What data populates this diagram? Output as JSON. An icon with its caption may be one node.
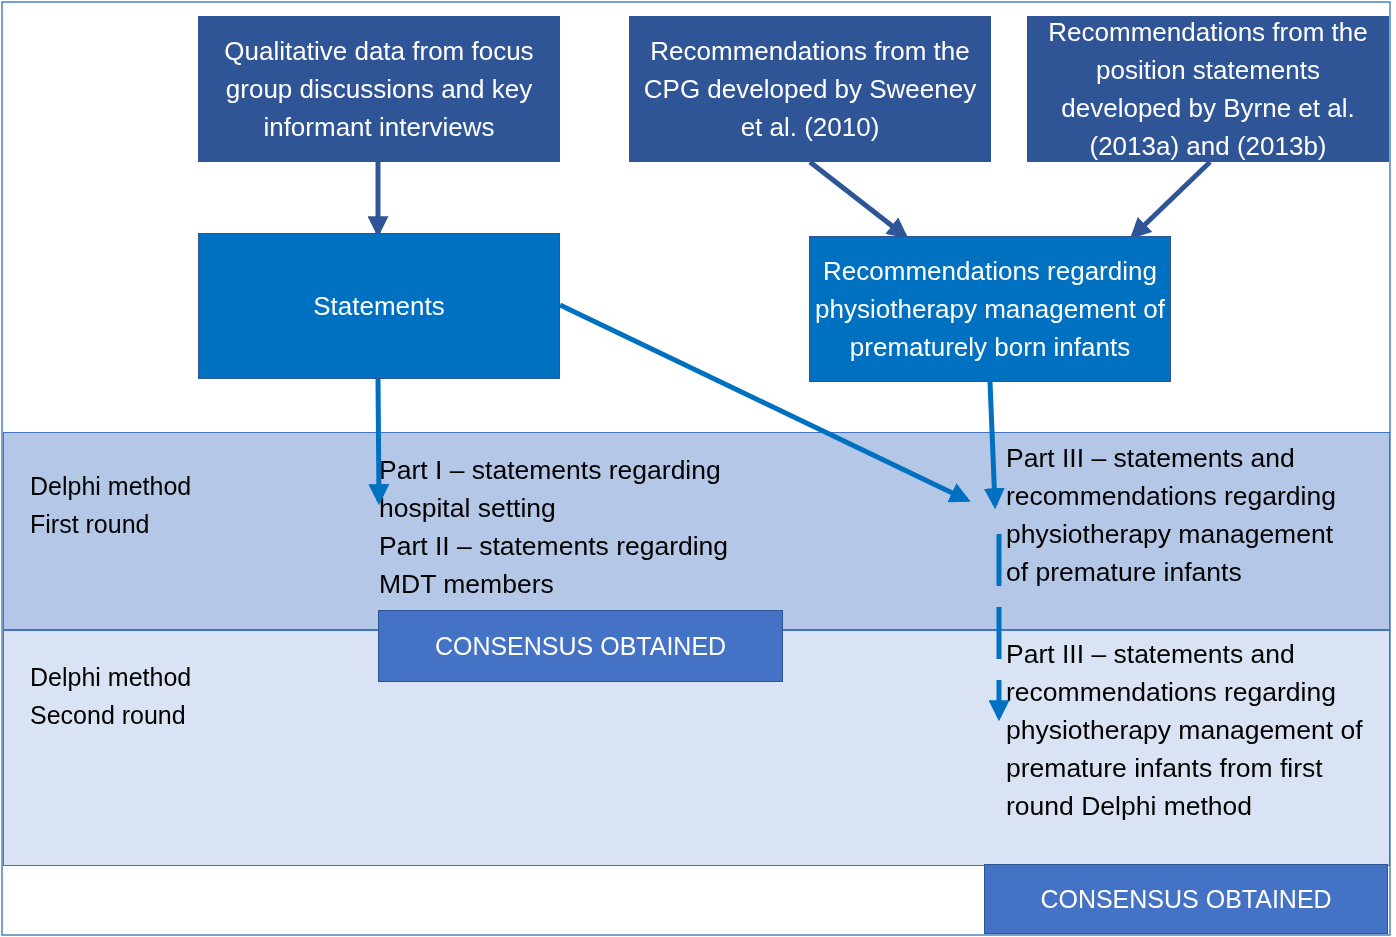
{
  "diagram": {
    "nodes": [
      {
        "text": [
          "Qualitative data from focus group discussions and key informant interviews"
        ]
      },
      {
        "text": [
          "Recommendations from the CPG developed by Sweeney et al. (2010)"
        ]
      },
      {
        "text": [
          "Recommendations from the position statements developed by Byrne et al. (2013a) and (2013b)"
        ]
      },
      {
        "text": [
          "Statements"
        ]
      },
      {
        "text": [
          "Recommendations regarding physiotherapy management of prematurely born infants"
        ]
      },
      {
        "text": [
          "Delphi method First round"
        ]
      },
      {
        "text": [
          "Part I – statements regarding hospital setting",
          "Part II – statements regarding MDT members"
        ],
        "in": 5
      },
      {
        "text": [
          "Part III – statements and recommendations regarding physiotherapy management of premature infants"
        ],
        "in": 5
      },
      {
        "text": [
          "Delphi method Second round"
        ]
      },
      {
        "text": [
          "Part III – statements and recommendations regarding physiotherapy management of premature infants from first round Delphi method"
        ],
        "in": 8
      },
      {
        "text": [
          "CONSENSUS OBTAINED"
        ]
      },
      {
        "text": [
          "CONSENSUS OBTAINED"
        ]
      }
    ],
    "edges": [
      {
        "from": 0,
        "to": 3,
        "arrow": "to",
        "color": "#2f5597"
      },
      {
        "from": 1,
        "to": 4,
        "arrow": "to",
        "color": "#2f5597"
      },
      {
        "from": 2,
        "to": 4,
        "arrow": "to",
        "color": "#2f5597"
      },
      {
        "from": 3,
        "to": 6,
        "arrow": "to"
      },
      {
        "from": 3,
        "to": 7,
        "arrow": "to"
      },
      {
        "from": 4,
        "to": 7,
        "arrow": "to"
      },
      {
        "from": 7,
        "to": 9,
        "arrow": "to",
        "style": "dashed"
      }
    ]
  }
}
